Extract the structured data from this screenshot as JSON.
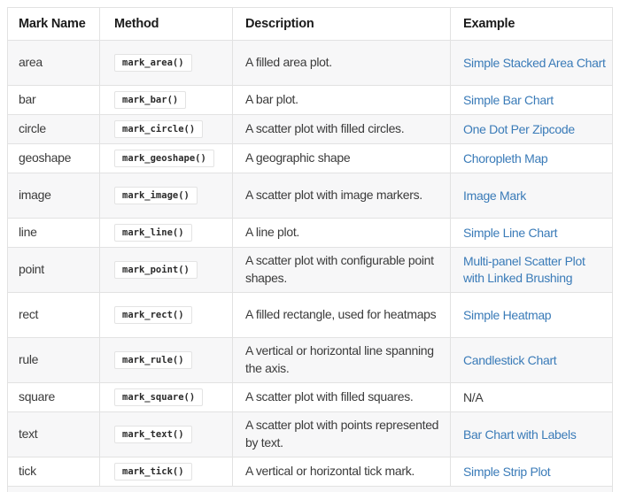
{
  "table": {
    "columns": [
      "Mark Name",
      "Method",
      "Description",
      "Example"
    ],
    "rows": [
      {
        "name": "area",
        "method": "mark_area()",
        "description": "A filled area plot.",
        "example": "Simple Stacked Area Chart",
        "example_is_link": true,
        "shaded": true,
        "tall": true
      },
      {
        "name": "bar",
        "method": "mark_bar()",
        "description": "A bar plot.",
        "example": "Simple Bar Chart",
        "example_is_link": true,
        "shaded": false,
        "tall": false
      },
      {
        "name": "circle",
        "method": "mark_circle()",
        "description": "A scatter plot with filled circles.",
        "example": "One Dot Per Zipcode",
        "example_is_link": true,
        "shaded": true,
        "tall": false
      },
      {
        "name": "geoshape",
        "method": "mark_geoshape()",
        "description": "A geographic shape",
        "example": "Choropleth Map",
        "example_is_link": true,
        "shaded": false,
        "tall": false
      },
      {
        "name": "image",
        "method": "mark_image()",
        "description": "A scatter plot with image markers.",
        "example": "Image Mark",
        "example_is_link": true,
        "shaded": true,
        "tall": true
      },
      {
        "name": "line",
        "method": "mark_line()",
        "description": "A line plot.",
        "example": "Simple Line Chart",
        "example_is_link": true,
        "shaded": false,
        "tall": false
      },
      {
        "name": "point",
        "method": "mark_point()",
        "description": "A scatter plot with configurable point shapes.",
        "example": "Multi-panel Scatter Plot with Linked Brushing",
        "example_is_link": true,
        "shaded": true,
        "tall": true
      },
      {
        "name": "rect",
        "method": "mark_rect()",
        "description": "A filled rectangle, used for heatmaps",
        "example": "Simple Heatmap",
        "example_is_link": true,
        "shaded": false,
        "tall": true
      },
      {
        "name": "rule",
        "method": "mark_rule()",
        "description": "A vertical or horizontal line spanning the axis.",
        "example": "Candlestick Chart",
        "example_is_link": true,
        "shaded": true,
        "tall": true
      },
      {
        "name": "square",
        "method": "mark_square()",
        "description": "A scatter plot with filled squares.",
        "example": "N/A",
        "example_is_link": false,
        "shaded": false,
        "tall": false
      },
      {
        "name": "text",
        "method": "mark_text()",
        "description": "A scatter plot with points represented by text.",
        "example": "Bar Chart with Labels",
        "example_is_link": true,
        "shaded": true,
        "tall": true
      },
      {
        "name": "tick",
        "method": "mark_tick()",
        "description": "A vertical or horizontal tick mark.",
        "example": "Simple Strip Plot",
        "example_is_link": true,
        "shaded": false,
        "tall": false
      }
    ]
  },
  "colors": {
    "link": "#3a7bb8",
    "row_alt_background": "#f7f7f8",
    "border": "#e2e2e2",
    "header_text": "#1b1b1b",
    "body_text": "#3b3b3b"
  }
}
